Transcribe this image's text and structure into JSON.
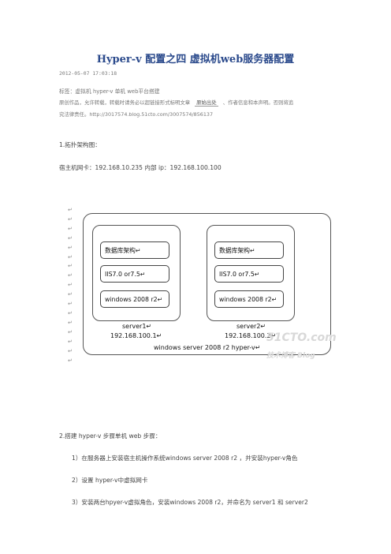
{
  "article": {
    "title": "Hyper-v 配置之四 虚拟机web服务器配置",
    "date": "2012-05-07 17:03:18",
    "tags": "标签：虚拟机   hyper-v   单机   web平台搭建",
    "notice_part1": "原创作品，允许转载，转载时请务必以超链接形式标明文章",
    "notice_link": "原始出处",
    "notice_part2": "、作者信息和本声明。否则将追",
    "notice_line2": "究法律责任。http://3017574.blog.51cto.com/3007574/856137"
  },
  "section1": {
    "heading": "1.拓扑架构图：",
    "nic_info": "宿主机网卡：192.168.10.235   内部 ip：192.168.100.100"
  },
  "diagram": {
    "server1": {
      "layers": [
        "数据库架构↵",
        "IIS7.0 or7.5↵",
        "windows 2008 r2↵"
      ],
      "name": "server1↵",
      "ip": "192.168.100.1↵"
    },
    "server2": {
      "layers": [
        "数据库架构↵",
        "IIS7.0 or7.5↵",
        "windows 2008 r2↵"
      ],
      "name": "server2↵",
      "ip": "192.168.100.2↵"
    },
    "host": "windows server 2008 r2 hyper-v↵",
    "watermark_main": "51CTO.com",
    "watermark_sub": "技术博客  Blog"
  },
  "section2": {
    "heading": "2.搭建 hyper-v 步骤单机 web 步骤：",
    "steps": [
      "1）在服务器上安装宿主机操作系统windows server 2008 r2 ，并安装hyper-v角色",
      "2）设置 hyper-v中虚拟网卡",
      "3）安装两台hpyer-v虚拟角色，安装windows 2008 r2，并命名为 server1 和 server2"
    ]
  }
}
